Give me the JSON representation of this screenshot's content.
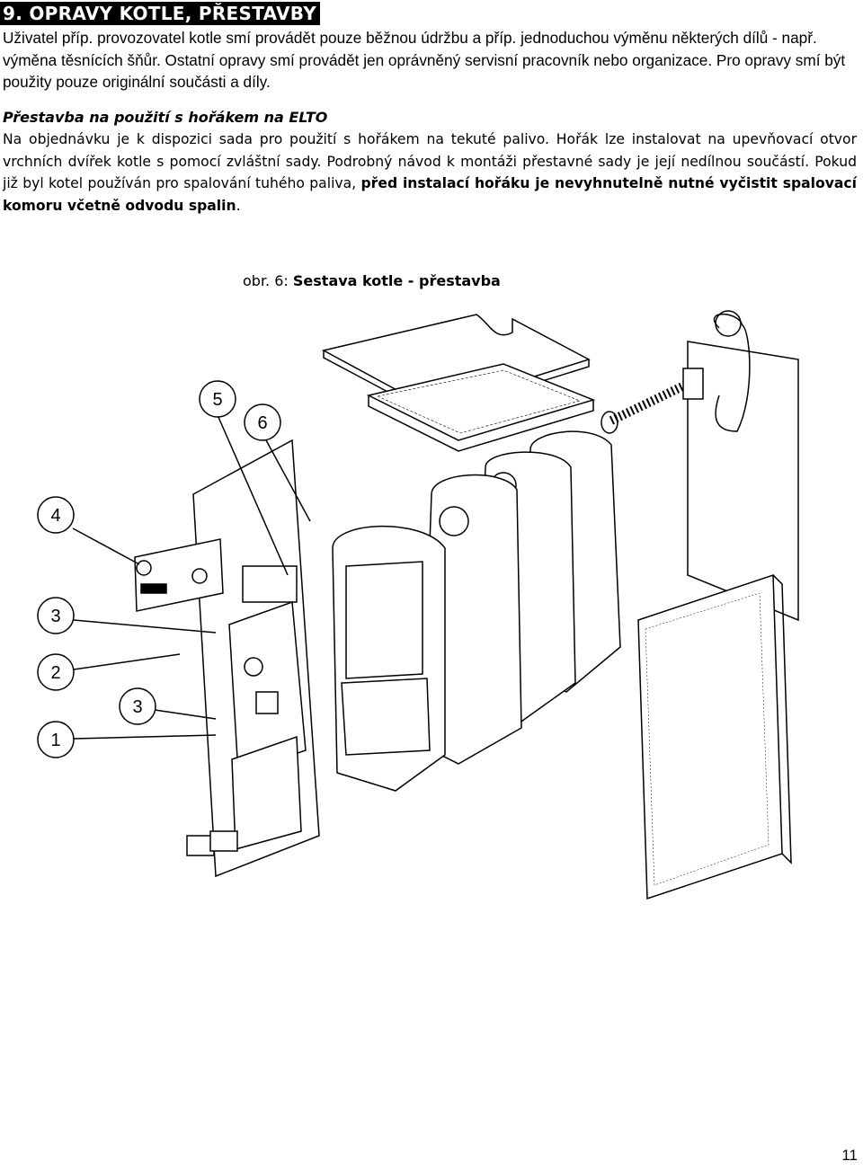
{
  "heading": "9. OPRAVY KOTLE, PŘESTAVBY",
  "para1": "Uživatel příp. provozovatel kotle smí provádět pouze běžnou údržbu a příp. jednoduchou výměnu některých dílů - např. výměna těsnících šňůr. Ostatní opravy smí provádět jen oprávněný servisní pracovník nebo organizace. Pro opravy smí být použity pouze originální součásti a díly.",
  "subheading": "Přestavba na použití s hořákem na ELTO",
  "para2_normal": "Na objednávku je k dispozici sada pro použití s hořákem na tekuté palivo. Hořák lze instalovat na upevňovací otvor vrchních dvířek kotle s pomocí zvláštní sady. Podrobný návod k montáži přestavné sady je její nedílnou součástí. Pokud již byl kotel používán pro spalování tuhého paliva, ",
  "para2_bold": "před instalací hořáku je nevyhnutelně nutné vyčistit spalovací komoru včetně odvodu spalin",
  "para2_end": ".",
  "caption_prefix": "obr. 6: ",
  "caption_title": "Sestava kotle - přestavba",
  "callouts": [
    "5",
    "6",
    "4",
    "3",
    "2",
    "3",
    "1"
  ],
  "page_number": "11"
}
